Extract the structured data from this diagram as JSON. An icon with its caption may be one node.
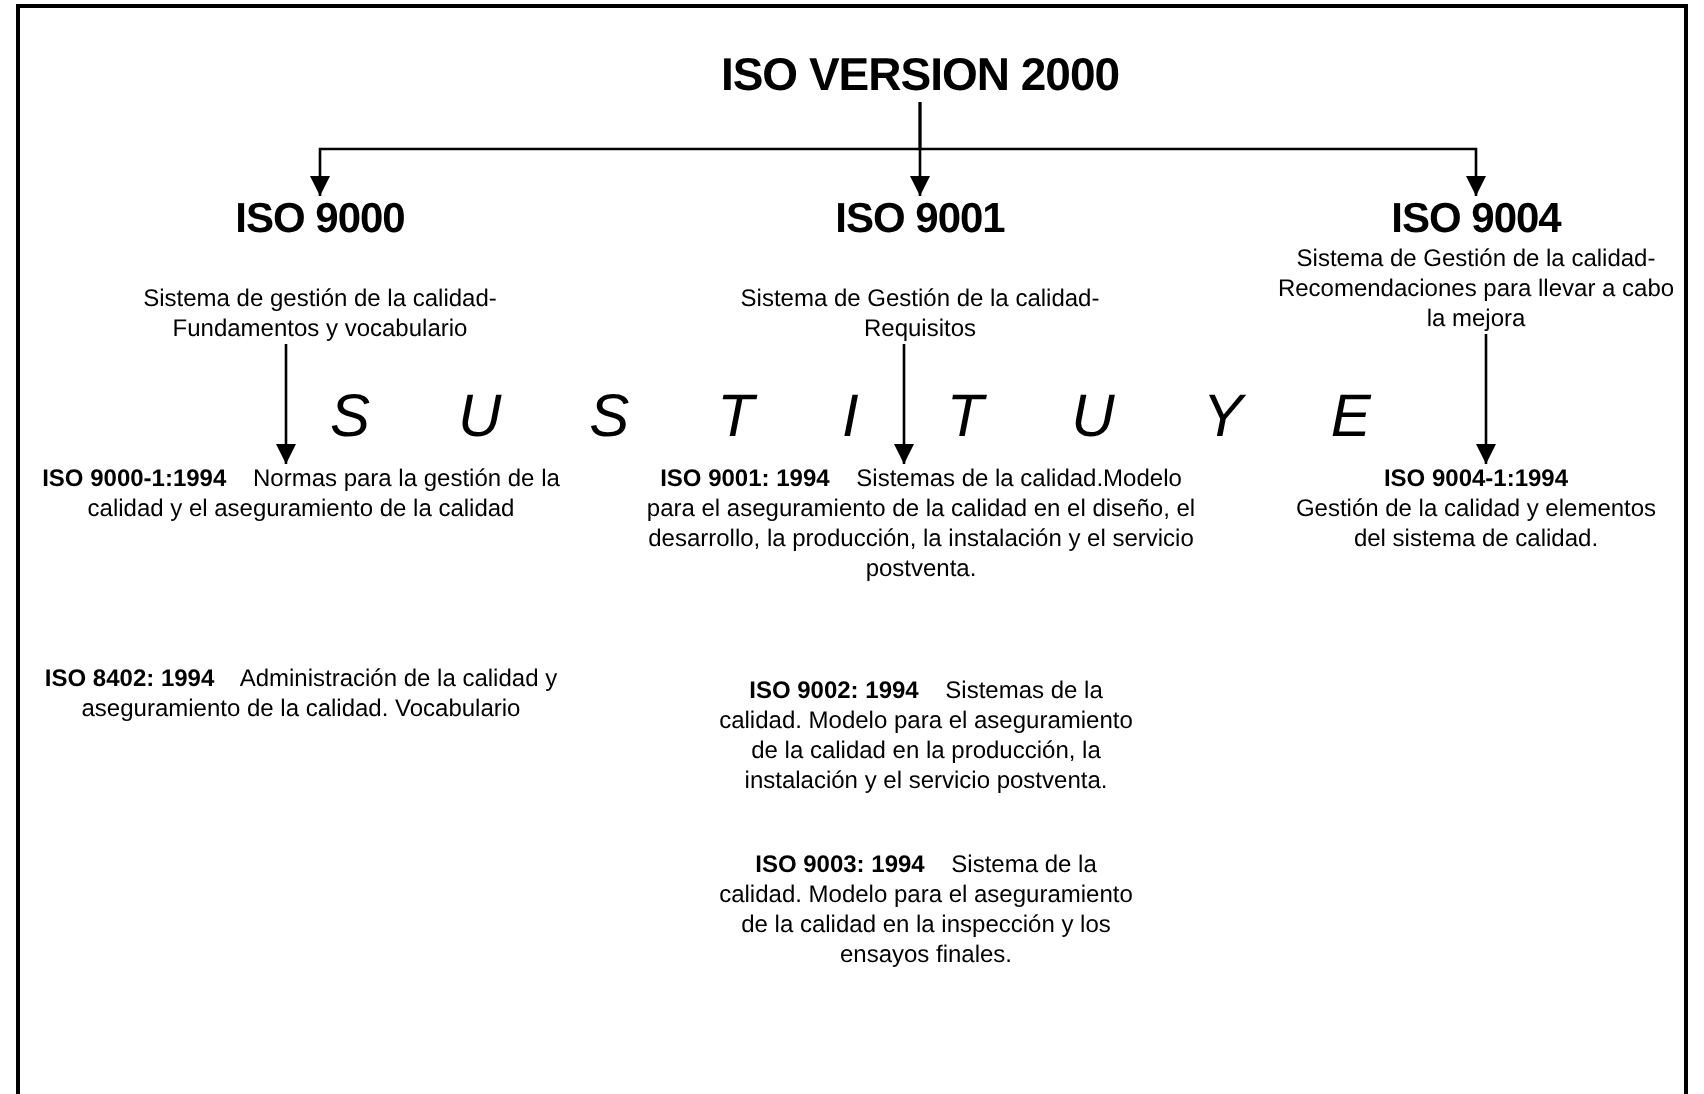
{
  "diagram": {
    "nodes": [
      {
        "text": [
          "ISO VERSION 2000"
        ]
      },
      {
        "text": [
          "ISO 9000",
          "Sistema de gestión de la calidad- Fundamentos y vocabulario"
        ]
      },
      {
        "text": [
          "ISO 9001",
          "Sistema de Gestión de la calidad-Requisitos"
        ]
      },
      {
        "text": [
          "ISO 9004",
          "Sistema de Gestión de la calidad-Recomendaciones para llevar a cabo la mejora"
        ]
      },
      {
        "text": [
          "**ISO 9000-1:1994** Normas para la gestión de la calidad y el aseguramiento de la calidad"
        ]
      },
      {
        "text": [
          "**ISO 8402: 1994** Administración de la calidad y aseguramiento de la calidad. Vocabulario"
        ]
      },
      {
        "text": [
          "**ISO 9001: 1994** Sistemas de la calidad.Modelo para el aseguramiento de la calidad en el diseño, el desarrollo, la producción, la instalación y el servicio postventa."
        ]
      },
      {
        "text": [
          "**ISO 9002: 1994** Sistemas de la calidad. Modelo para el aseguramiento de la calidad en la producción, la instalación y el servicio postventa."
        ]
      },
      {
        "text": [
          "**ISO 9003: 1994** Sistema de la calidad. Modelo para el aseguramiento de la calidad en la inspección y los ensayos finales."
        ]
      },
      {
        "text": [
          "ISO 9004-1:1994",
          "Gestión de la calidad y elementos del sistema de calidad."
        ]
      }
    ],
    "edges": [
      {
        "from": 0,
        "to": 1,
        "arrow": "to"
      },
      {
        "from": 0,
        "to": 2,
        "arrow": "to"
      },
      {
        "from": 0,
        "to": 3,
        "arrow": "to"
      },
      {
        "from": 1,
        "to": 4,
        "arrow": "to"
      },
      {
        "from": 2,
        "to": 6,
        "arrow": "to"
      },
      {
        "from": 3,
        "to": 9,
        "arrow": "to"
      }
    ],
    "labels": [
      "SUSTITUYE"
    ]
  }
}
